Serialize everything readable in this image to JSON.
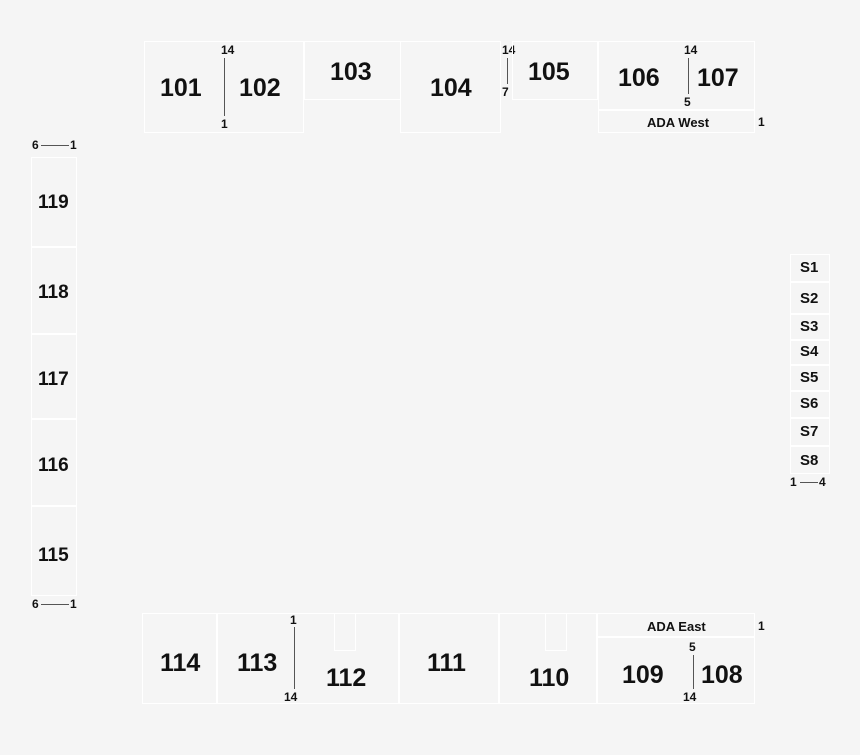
{
  "sections": {
    "s101": "101",
    "s102": "102",
    "s103": "103",
    "s104": "104",
    "s105": "105",
    "s106": "106",
    "s107": "107",
    "ada_west": "ADA West",
    "ada_east": "ADA East",
    "s108": "108",
    "s109": "109",
    "s110": "110",
    "s111": "111",
    "s112": "112",
    "s113": "113",
    "s114": "114",
    "s115": "115",
    "s116": "116",
    "s117": "117",
    "s118": "118",
    "s119": "119",
    "suites": [
      "S1",
      "S2",
      "S3",
      "S4",
      "S5",
      "S6",
      "S7",
      "S8"
    ]
  },
  "row_markers": {
    "r101_102_top": "14",
    "r101_102_bottom": "1",
    "r104_105_top": "14",
    "r104_105_bottom": "7",
    "r106_107_top": "14",
    "r106_107_bottom": "5",
    "ada_west_row": "1",
    "ada_east_row": "1",
    "r108_109_top": "5",
    "r108_109_bottom": "14",
    "r112_113_top": "1",
    "r112_113_bottom": "14",
    "west_top_left": "6",
    "west_top_right": "1",
    "west_bottom_left": "6",
    "west_bottom_right": "1",
    "suites_left": "1",
    "suites_right": "4"
  }
}
